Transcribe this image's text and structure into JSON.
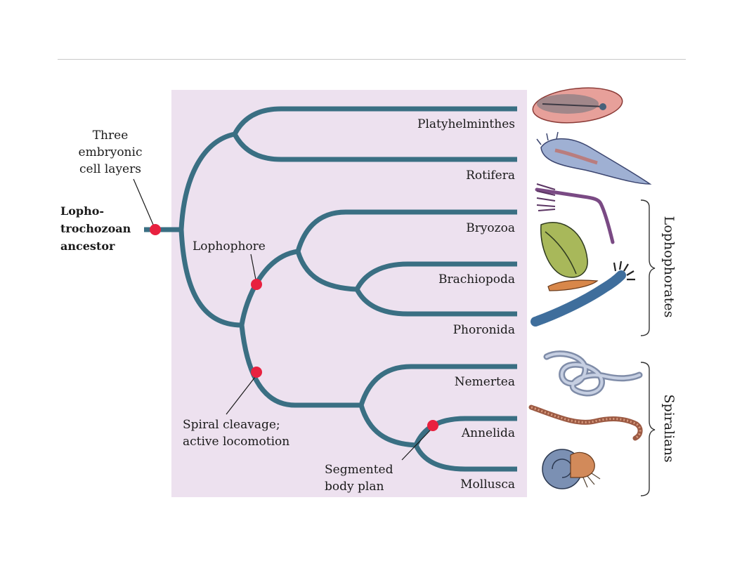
{
  "diagram": {
    "ancestor_lines": [
      "Lopho-",
      "trochozoan",
      "ancestor"
    ],
    "taxa": [
      "Platyhelminthes",
      "Rotifera",
      "Bryozoa",
      "Brachiopoda",
      "Phoronida",
      "Nemertea",
      "Annelida",
      "Mollusca"
    ],
    "traits": {
      "three_layers": [
        "Three",
        "embryonic",
        "cell layers"
      ],
      "lophophore": [
        "Lophophore"
      ],
      "spiral": [
        "Spiral cleavage;",
        "active locomotion"
      ],
      "segmented": [
        "Segmented",
        "body plan"
      ]
    },
    "groups": {
      "lophophorates": "Lophophorates",
      "spiralians": "Spiralians"
    },
    "illustrations": [
      "flatworm",
      "rotifer",
      "bryozoan",
      "brachiopod",
      "phoronid",
      "nemertean",
      "annelid",
      "mollusc"
    ]
  },
  "colors": {
    "panel_background": "#ede1ef",
    "branch": "#3a6f83",
    "marker": "#e8213f"
  }
}
